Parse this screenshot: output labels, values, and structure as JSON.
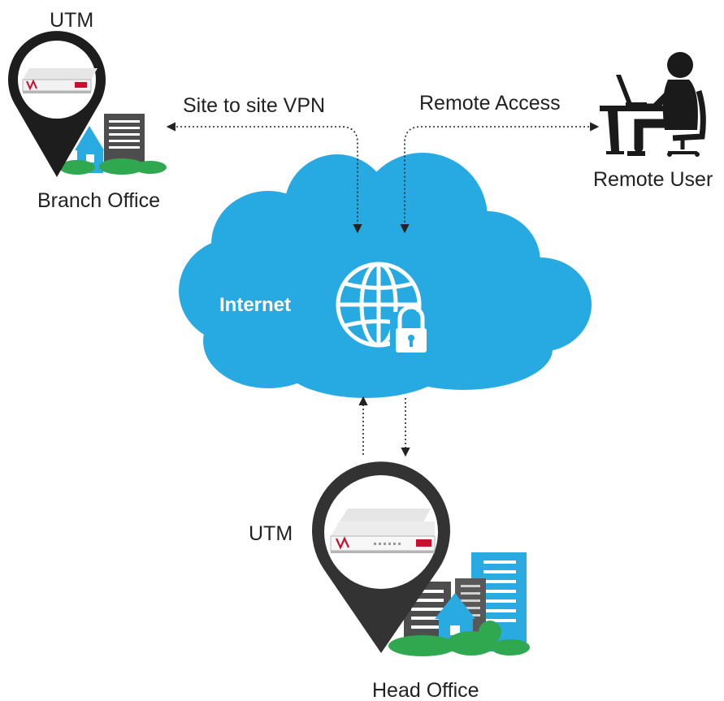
{
  "nodes": {
    "branch_device_label": "UTM",
    "branch_office_label": "Branch Office",
    "head_device_label": "UTM",
    "head_office_label": "Head Office",
    "remote_user_label": "Remote User",
    "internet_label": "Internet"
  },
  "links": {
    "site_to_site": "Site to site VPN",
    "remote_access": "Remote Access"
  },
  "icons": {
    "branch_pin": "location-pin-icon",
    "head_pin": "location-pin-icon",
    "utm_device": "utm-appliance-icon",
    "buildings": "city-buildings-icon",
    "remote_user": "person-at-laptop-icon",
    "cloud": "cloud-icon",
    "globe": "globe-icon",
    "lock": "padlock-icon"
  },
  "colors": {
    "cloud": "#27aae1",
    "pin": "#1d1d1d",
    "building_blue": "#29abe2",
    "building_gray": "#4d4d4d",
    "tree_green": "#2fa84f",
    "device_red": "#c8102e",
    "text": "#222222",
    "internet_text": "#ffffff"
  }
}
